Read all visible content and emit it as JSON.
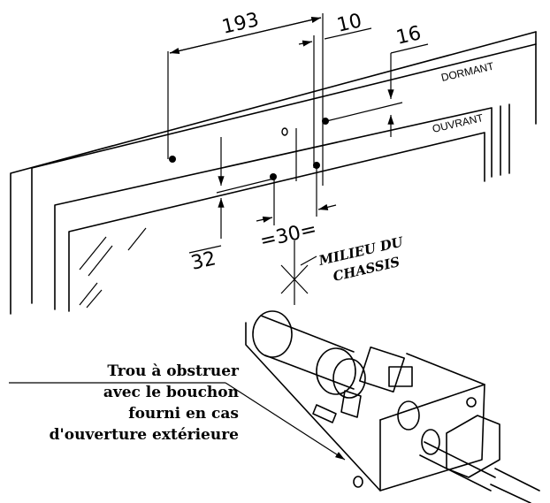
{
  "dimensions": {
    "d193": "193",
    "d10": "10",
    "d16": "16",
    "d32": "32",
    "d30": "=30="
  },
  "labels": {
    "dormant": "DORMANT",
    "ouvrant": "OUVRANT",
    "milieu_line1": "MILIEU DU",
    "milieu_line2": "CHASSIS"
  },
  "caption": {
    "line1": "Trou à obstruer",
    "line2": "avec le bouchon",
    "line3": "fourni en cas",
    "line4": "d'ouverture extérieure"
  }
}
